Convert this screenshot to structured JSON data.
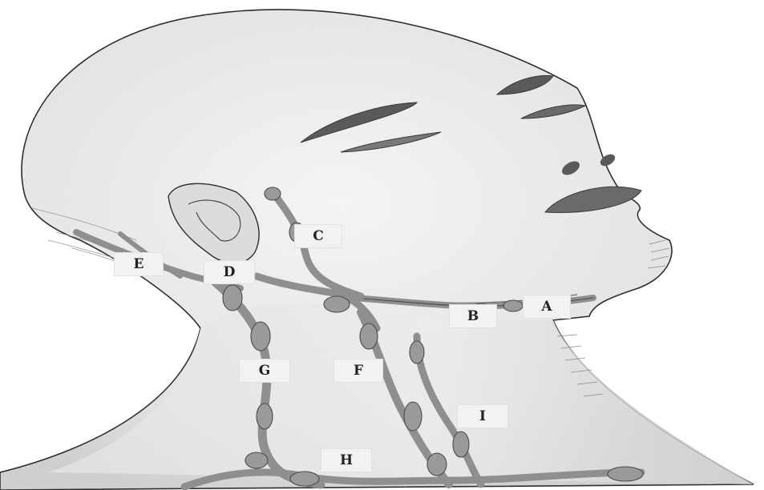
{
  "figure": {
    "subject_icon": "head-neck-lymph-node-sketch",
    "colors": {
      "paper": "#ffffff",
      "pencil": "#2e2e2e",
      "shade": "#c9c9c9",
      "vessel": "#8f8f8f",
      "label_bg": "#f2f2f2",
      "label_text": "#222222"
    }
  },
  "labels": {
    "a": "A",
    "b": "B",
    "c": "C",
    "d": "D",
    "e": "E",
    "f": "F",
    "g": "G",
    "h": "H",
    "i": "I"
  }
}
